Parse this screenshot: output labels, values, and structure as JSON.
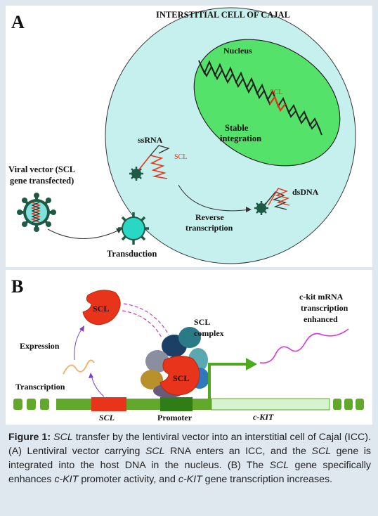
{
  "panel_a": {
    "letter": "A",
    "title": "INTERSTITIAL CELL OF CAJAL",
    "nucleus_label": "Nucleus",
    "scl_dna_label": "SCL",
    "stable_label_1": "Stable",
    "stable_label_2": "integration",
    "ssrna_label": "ssRNA",
    "scl_rna_label": "SCL",
    "viral_label_1": "Viral vector (SCL",
    "viral_label_2": "gene transfected)",
    "dsdna_label": "dsDNA",
    "reverse_label_1": "Reverse",
    "reverse_label_2": "transcription",
    "transduction_label": "Transduction"
  },
  "panel_b": {
    "letter": "B",
    "scl_protein_label": "SCL",
    "scl_complex_label_1": "SCL",
    "scl_complex_label_2": "complex",
    "complex_scl_label": "SCL",
    "expression_label": "Expression",
    "transcription_label": "Transcription",
    "mrna_label_1": "c-kit mRNA",
    "mrna_label_2": "transcription",
    "mrna_label_3": "enhanced",
    "gene_scl_label": "SCL",
    "promoter_label": "Promoter",
    "gene_ckit_label": "c-KIT"
  },
  "caption": {
    "fig_label": "Figure 1:",
    "t1": "SCL",
    "t2": " transfer by the lentiviral vector into an interstitial cell of Cajal (ICC). (A) Lentiviral vector carrying ",
    "t3": "SCL",
    "t4": " RNA enters an ICC, and the ",
    "t5": "SCL",
    "t6": " gene is integrated into the host DNA in the nucleus. (B) The ",
    "t7": "SCL",
    "t8": " gene specifically enhances ",
    "t9": "c-KIT",
    "t10": " promoter activity, and ",
    "t11": "c-KIT",
    "t12": " gene transcription increases."
  },
  "colors": {
    "cell": "#c5f0ee",
    "nucleus": "#55e26a",
    "virus": "#1e5a44",
    "scl_red": "#e8341b",
    "dna_bar": "#62a82a",
    "promoter": "#2e7d16",
    "ckit_bar": "#d6f3d0",
    "mrna": "#d43bd4",
    "arrow_green": "#4caa1e"
  }
}
